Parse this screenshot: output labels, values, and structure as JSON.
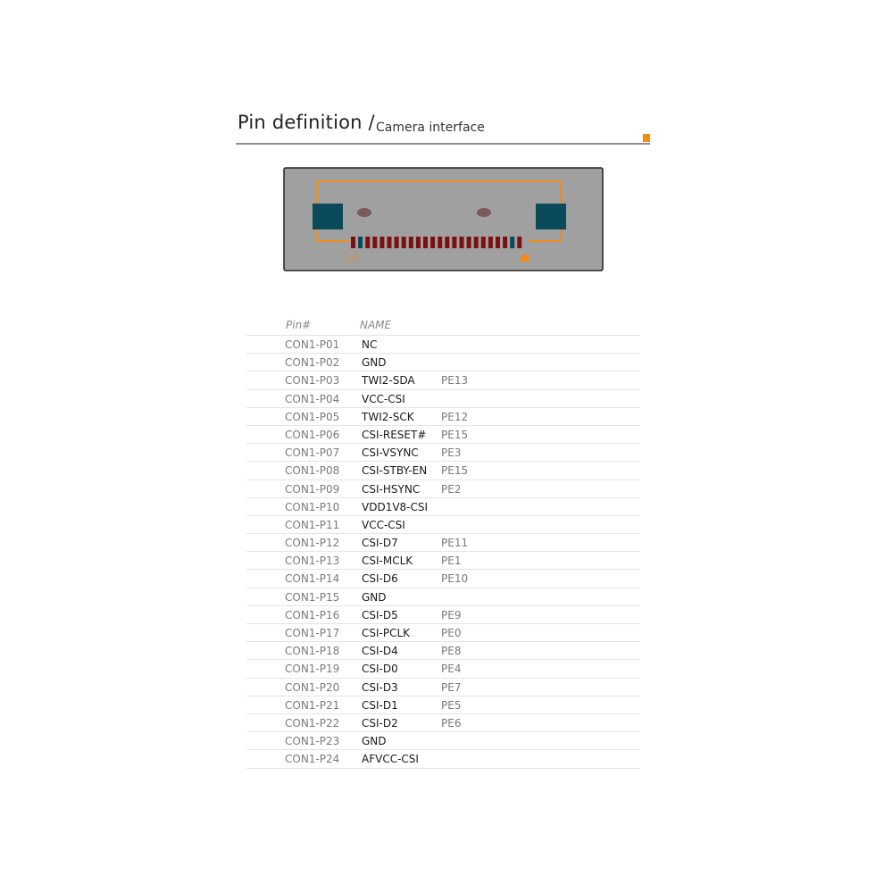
{
  "header": {
    "title": "Pin definition /",
    "subtitle": "Camera interface"
  },
  "connector": {
    "pin_label": "24",
    "colors": {
      "body": "#a0a0a0",
      "outline": "#f28a1c",
      "mount_pad": "#0a4a5a",
      "hole": "#7a5a5a",
      "pin_red": "#7a1012",
      "pin_teal": "#0a4a5a"
    }
  },
  "table": {
    "headers": {
      "pin": "Pin#",
      "name": "NAME"
    },
    "rows": [
      {
        "pin": "CON1-P01",
        "name": "NC",
        "gpio": ""
      },
      {
        "pin": "CON1-P02",
        "name": "GND",
        "gpio": ""
      },
      {
        "pin": "CON1-P03",
        "name": "TWI2-SDA",
        "gpio": "PE13"
      },
      {
        "pin": "CON1-P04",
        "name": "VCC-CSI",
        "gpio": ""
      },
      {
        "pin": "CON1-P05",
        "name": "TWI2-SCK",
        "gpio": "PE12"
      },
      {
        "pin": "CON1-P06",
        "name": "CSI-RESET#",
        "gpio": "PE15"
      },
      {
        "pin": "CON1-P07",
        "name": "CSI-VSYNC",
        "gpio": "PE3"
      },
      {
        "pin": "CON1-P08",
        "name": "CSI-STBY-EN",
        "gpio": "PE15"
      },
      {
        "pin": "CON1-P09",
        "name": "CSI-HSYNC",
        "gpio": "PE2"
      },
      {
        "pin": "CON1-P10",
        "name": "VDD1V8-CSI",
        "gpio": ""
      },
      {
        "pin": "CON1-P11",
        "name": "VCC-CSI",
        "gpio": ""
      },
      {
        "pin": "CON1-P12",
        "name": "CSI-D7",
        "gpio": "PE11"
      },
      {
        "pin": "CON1-P13",
        "name": "CSI-MCLK",
        "gpio": "PE1"
      },
      {
        "pin": "CON1-P14",
        "name": "CSI-D6",
        "gpio": "PE10"
      },
      {
        "pin": "CON1-P15",
        "name": "GND",
        "gpio": ""
      },
      {
        "pin": "CON1-P16",
        "name": "CSI-D5",
        "gpio": "PE9"
      },
      {
        "pin": "CON1-P17",
        "name": "CSI-PCLK",
        "gpio": "PE0"
      },
      {
        "pin": "CON1-P18",
        "name": "CSI-D4",
        "gpio": "PE8"
      },
      {
        "pin": "CON1-P19",
        "name": "CSI-D0",
        "gpio": "PE4"
      },
      {
        "pin": "CON1-P20",
        "name": "CSI-D3",
        "gpio": "PE7"
      },
      {
        "pin": "CON1-P21",
        "name": "CSI-D1",
        "gpio": "PE5"
      },
      {
        "pin": "CON1-P22",
        "name": "CSI-D2",
        "gpio": "PE6"
      },
      {
        "pin": "CON1-P23",
        "name": "GND",
        "gpio": ""
      },
      {
        "pin": "CON1-P24",
        "name": "AFVCC-CSI",
        "gpio": ""
      }
    ]
  }
}
